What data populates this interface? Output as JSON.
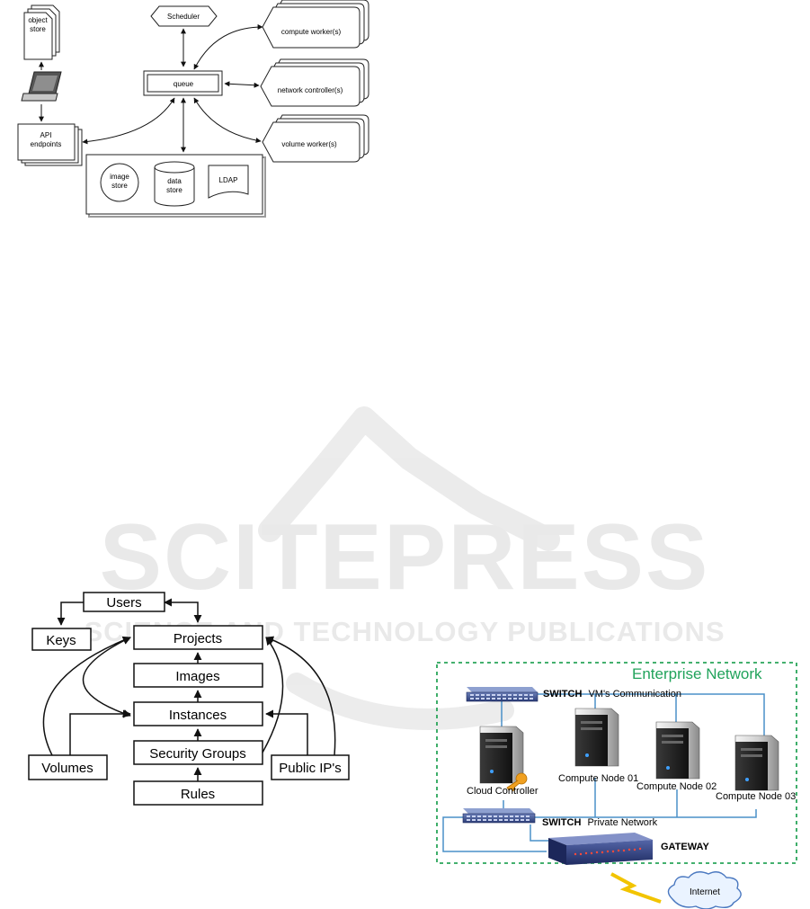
{
  "watermark": {
    "brand": "SCITEPRESS",
    "tagline": "SCIENCE AND TECHNOLOGY PUBLICATIONS"
  },
  "architecture": {
    "object_store": [
      "object",
      "store"
    ],
    "api_endpoints": [
      "API",
      "endpoints"
    ],
    "scheduler": "Scheduler",
    "queue": "queue",
    "compute_workers": "compute worker(s)",
    "network_controllers": "network controller(s)",
    "volume_workers": "volume worker(s)",
    "image_store": [
      "image",
      "store"
    ],
    "data_store": [
      "data",
      "store"
    ],
    "ldap": "LDAP"
  },
  "model": {
    "users": "Users",
    "keys": "Keys",
    "projects": "Projects",
    "images": "Images",
    "instances": "Instances",
    "security_groups": "Security Groups",
    "volumes": "Volumes",
    "public_ips": "Public IP's",
    "rules": "Rules"
  },
  "network": {
    "title": "Enterprise Network",
    "switch_top_bold": "SWITCH",
    "switch_top_label": "VM's Communication",
    "switch_bottom_bold": "SWITCH",
    "switch_bottom_label": "Private Network",
    "gateway": "GATEWAY",
    "internet": "Internet",
    "cloud_controller": "Cloud Controller",
    "node1": "Compute Node 01",
    "node2": "Compute Node 02",
    "node3": "Compute Node 03",
    "colors": {
      "title": "#21a35b",
      "border": "#2aa55a",
      "link": "#4a90c8"
    }
  }
}
